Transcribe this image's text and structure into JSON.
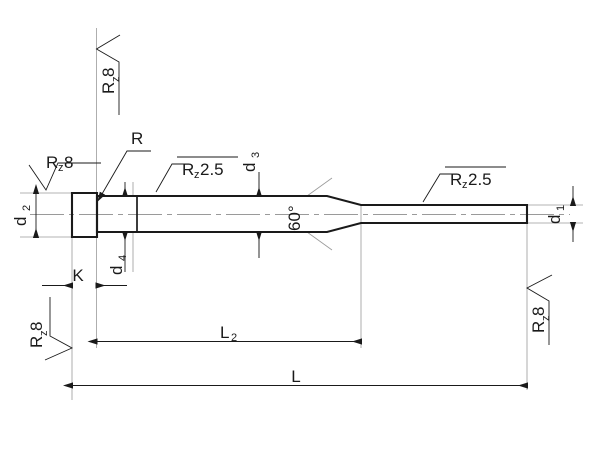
{
  "drawing": {
    "title": "Punch pin technical drawing",
    "type": "mechanical-part-section-view",
    "line_color": "#1a1a1a",
    "thin_line_color": "#8c8c8c",
    "center_line_color": "#9a9a9a",
    "background": "#ffffff"
  },
  "surface_finish": {
    "top_head_face": {
      "prefix": "R",
      "sub": "z",
      "value": "8",
      "text": "Rz8",
      "rotation": -90
    },
    "head_outer_face": {
      "prefix": "R",
      "sub": "z",
      "value": "8",
      "text": "Rz8",
      "rotation": 0
    },
    "shaft_major": {
      "prefix": "R",
      "sub": "z",
      "value": "2.5",
      "text": "Rz2.5",
      "rotation": 0
    },
    "shaft_minor": {
      "prefix": "R",
      "sub": "z",
      "value": "2.5",
      "text": "Rz2.5",
      "rotation": 0
    },
    "bottom_left_datum": {
      "prefix": "R",
      "sub": "z",
      "value": "8",
      "text": "Rz8",
      "rotation": -90
    },
    "bottom_right_datum": {
      "prefix": "R",
      "sub": "z",
      "value": "8",
      "text": "Rz8",
      "rotation": -90
    }
  },
  "dimensions": {
    "d1": {
      "label": "d",
      "sub": "1",
      "text": "d1",
      "rotation": -90,
      "meaning": "small shaft diameter"
    },
    "d2": {
      "label": "d",
      "sub": "2",
      "text": "d2",
      "rotation": -90,
      "meaning": "head diameter"
    },
    "d3": {
      "label": "d",
      "sub": "3",
      "text": "d3",
      "rotation": -90,
      "meaning": "main shaft diameter"
    },
    "d4": {
      "label": "d",
      "sub": "4",
      "text": "d4",
      "rotation": -90,
      "meaning": "neck diameter under head"
    },
    "K": {
      "label": "K",
      "sub": "",
      "text": "K",
      "rotation": 0,
      "meaning": "head thickness"
    },
    "L2": {
      "label": "L",
      "sub": "2",
      "text": "L2",
      "rotation": 0,
      "meaning": "length to taper end"
    },
    "L": {
      "label": "L",
      "sub": "",
      "text": "L",
      "rotation": 0,
      "meaning": "overall length"
    }
  },
  "annotations": {
    "radius": {
      "text": "R",
      "meaning": "fillet radius under head"
    },
    "cone_angle": {
      "text": "60°",
      "rotation": -90,
      "meaning": "included taper angle"
    }
  }
}
